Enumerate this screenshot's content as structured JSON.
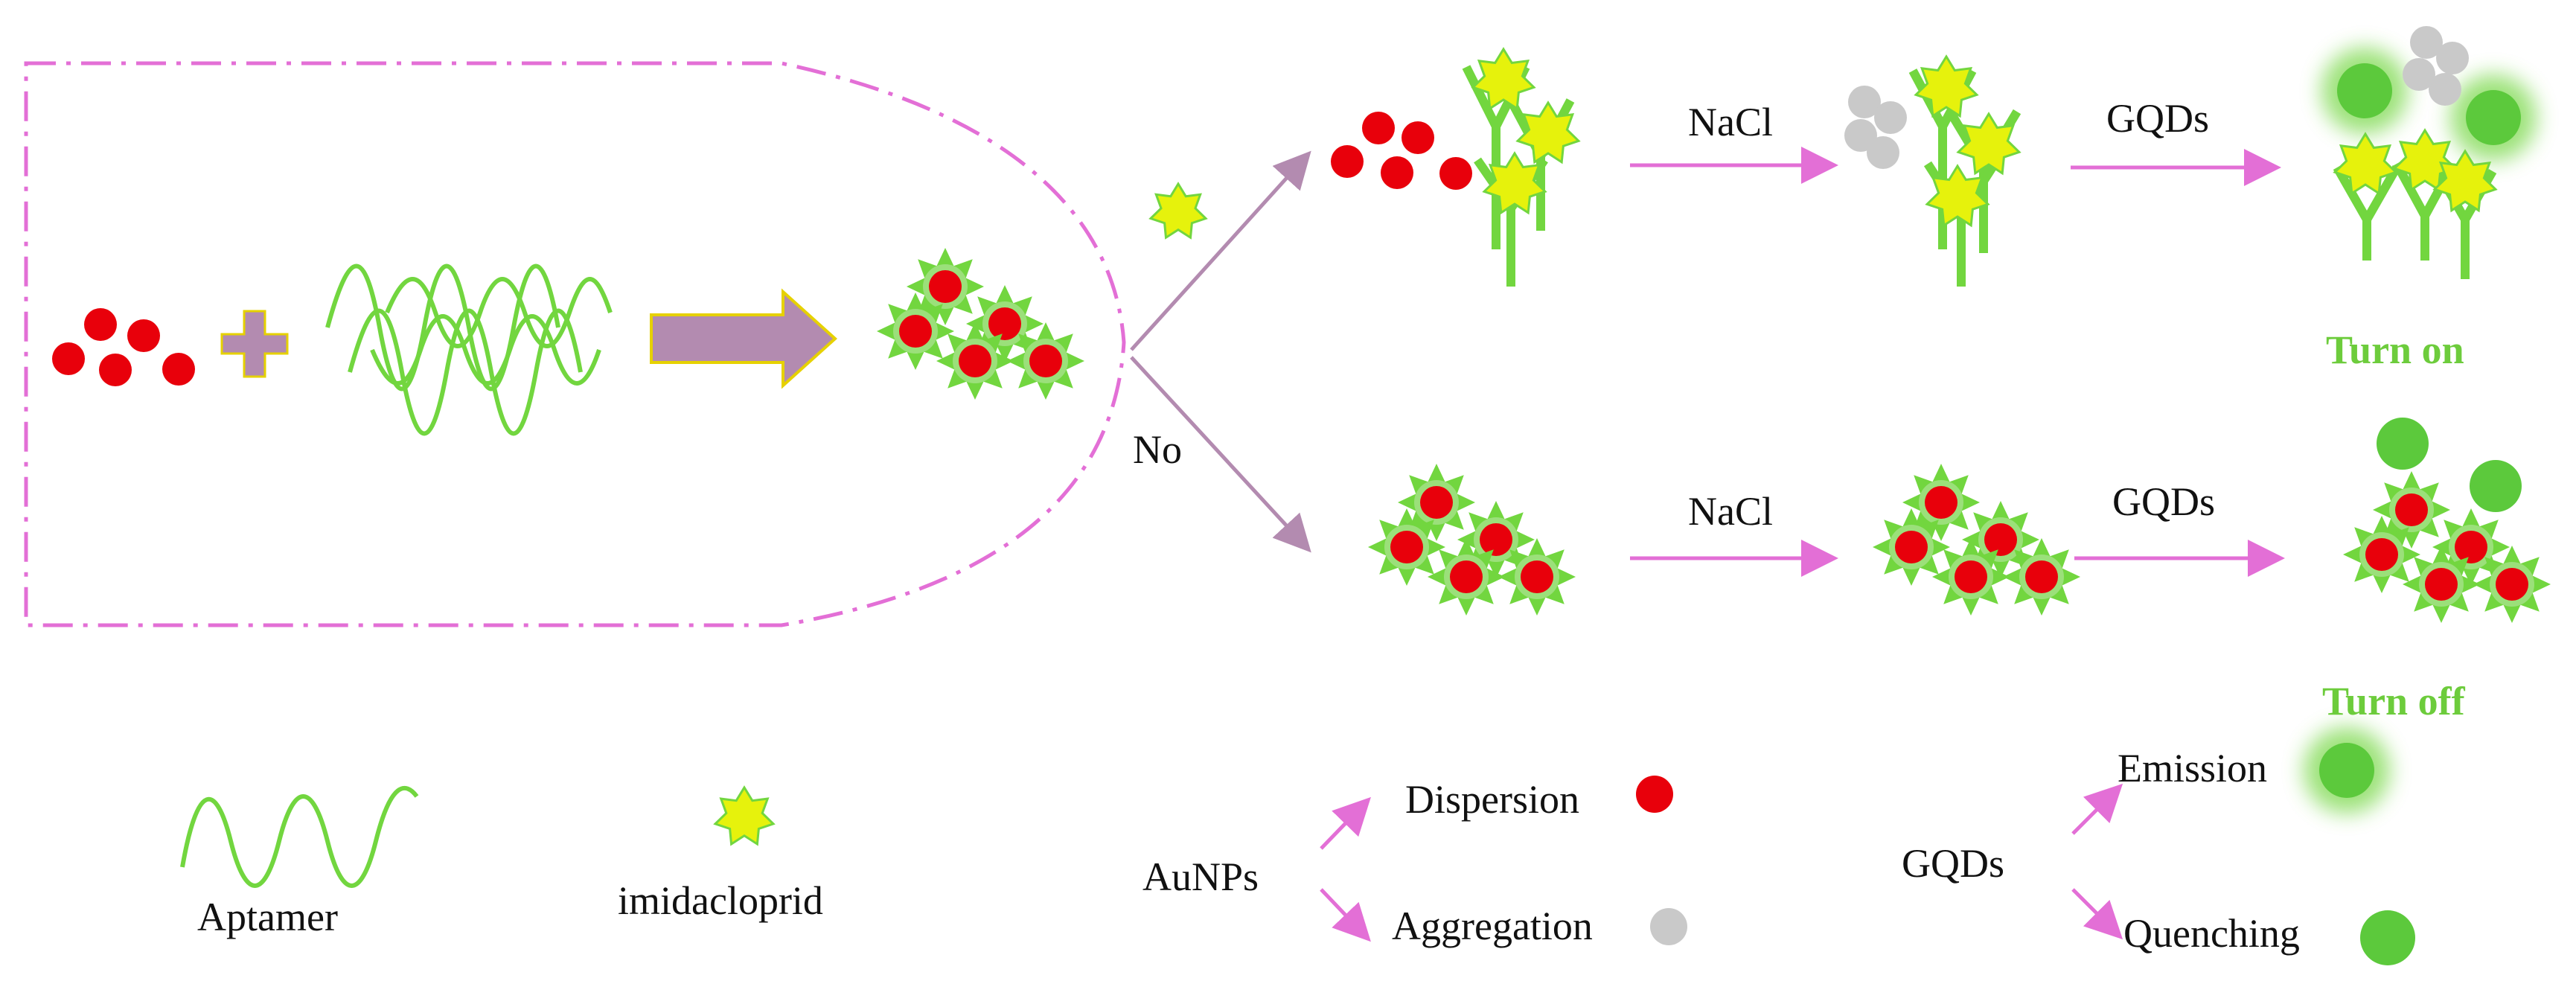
{
  "labels": {
    "no": "No",
    "nacl_top": "NaCl",
    "gqds_top": "GQDs",
    "nacl_bottom": "NaCl",
    "gqds_bottom": "GQDs",
    "turn_on": "Turn on",
    "turn_off": "Turn off"
  },
  "legend": {
    "aptamer": "Aptamer",
    "imidacloprid": "imidacloprid",
    "aunps": "AuNPs",
    "dispersion": "Dispersion",
    "aggregation": "Aggregation",
    "gqds": "GQDs",
    "emission": "Emission",
    "quenching": "Quenching"
  },
  "colors": {
    "aunp_red": "#e8000b",
    "aptamer_green": "#72d63f",
    "imidacloprid_yellow": "#e6f20c",
    "gqd_green": "#5cc93c",
    "aggregate_gray": "#c9c9c9",
    "pathway_pink": "#e36fd6",
    "reaction_arrow_purple": "#b38bb0",
    "turn_text_green": "#6dcc3c"
  },
  "icons": {
    "star": "imidacloprid-star-icon",
    "nanoparticle": "aunp-icon",
    "quantum_dot": "gqd-icon"
  }
}
